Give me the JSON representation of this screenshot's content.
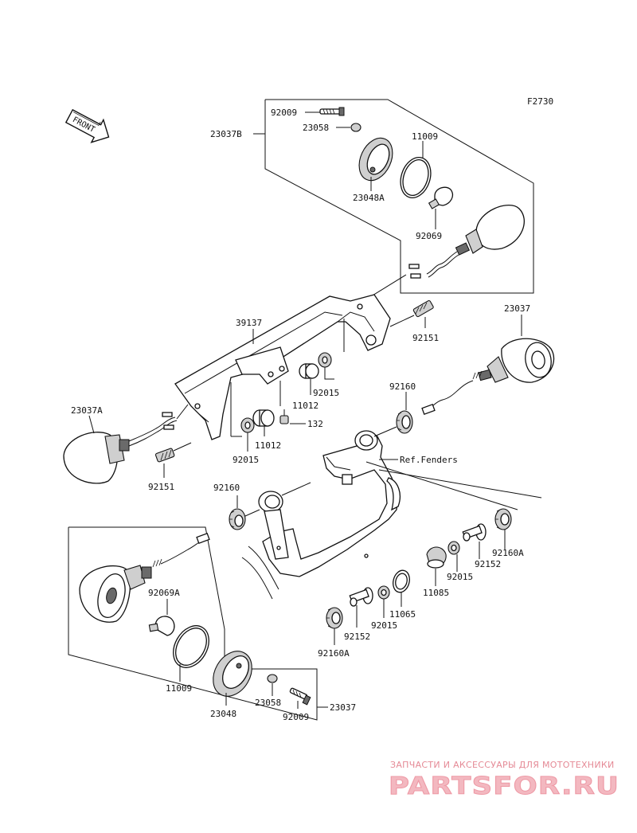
{
  "figure_code": "F2730",
  "front_arrow_text": "FRONT",
  "reference_note": "Ref.Fenders",
  "parts": {
    "p92009_top": "92009",
    "p23058_top": "23058",
    "p23037B": "23037B",
    "p11009_top": "11009",
    "p23048A": "23048A",
    "p92069": "92069",
    "p39137": "39137",
    "p92151_r": "92151",
    "p23037_r": "23037",
    "p92015_a": "92015",
    "p11012_a": "11012",
    "p132": "132",
    "p23037A": "23037A",
    "p92015_b": "92015",
    "p11012_b": "11012",
    "p92160_r": "92160",
    "p92151_l": "92151",
    "p92160_l": "92160",
    "p92160A_r": "92160A",
    "p92152_r": "92152",
    "p92015_c": "92015",
    "p11085": "11085",
    "p92069A": "92069A",
    "p11065": "11065",
    "p92015_d": "92015",
    "p92152_l": "92152",
    "p92160A_l": "92160A",
    "p11009_bot": "11009",
    "p23048": "23048",
    "p23058_bot": "23058",
    "p23037_bot": "23037",
    "p92009_bot": "92009"
  },
  "watermark": {
    "tagline": "ЗАПЧАСТИ И АКСЕССУАРЫ ДЛЯ МОТОТЕХНИКИ",
    "logo": "PARTSFOR.RU"
  }
}
